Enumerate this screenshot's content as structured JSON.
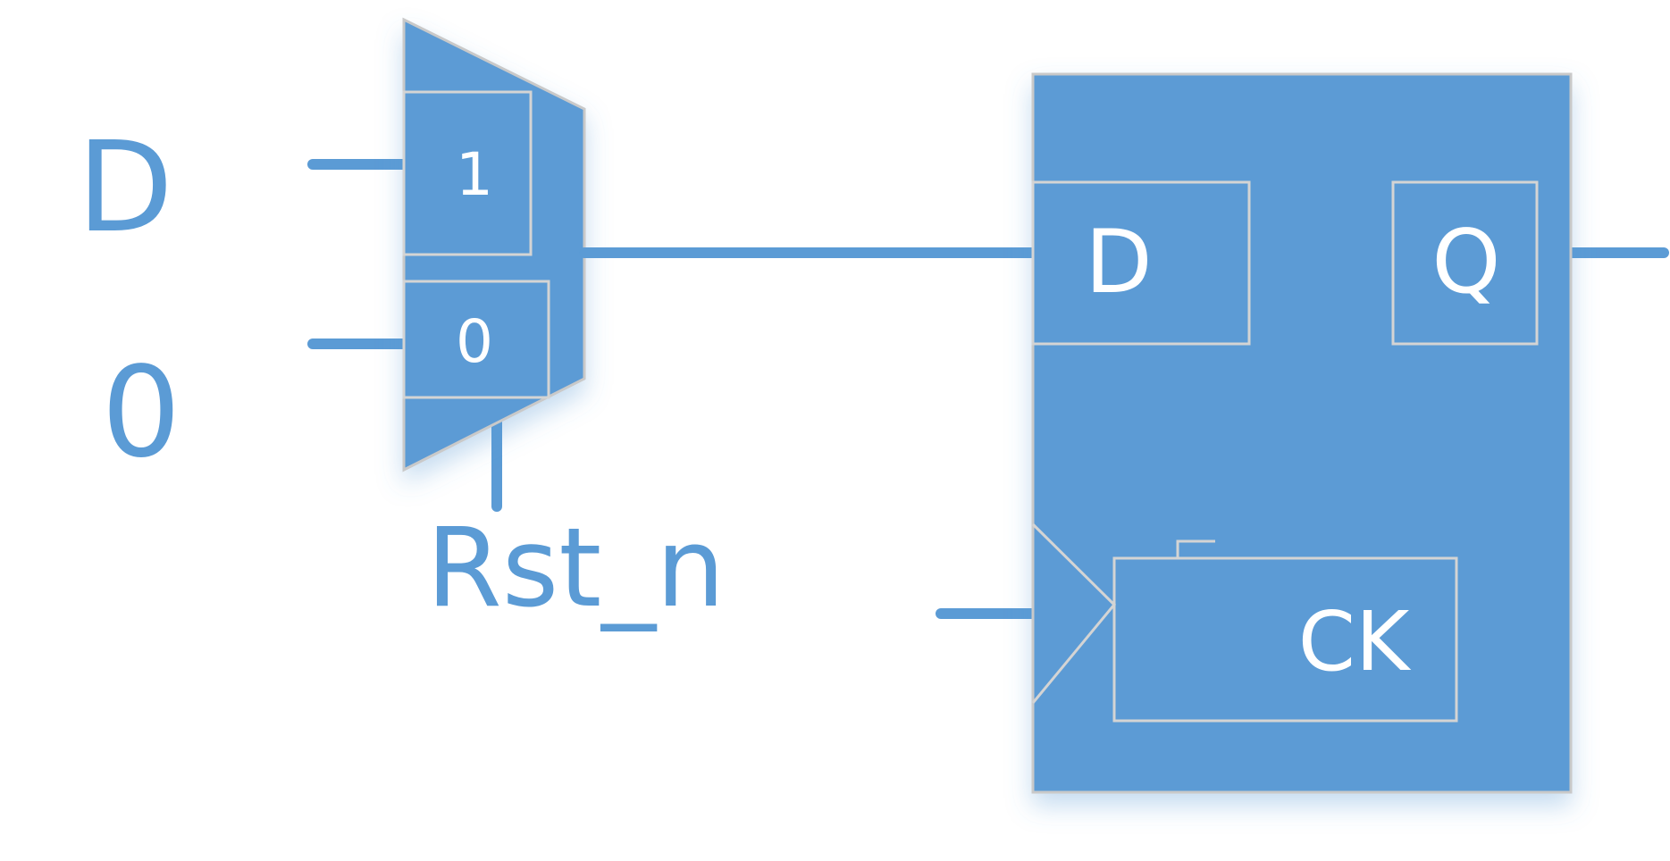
{
  "colors": {
    "accent": "#5b9bd5",
    "outline": "#c9c9c9",
    "text_on_block": "#ffffff"
  },
  "inputs": {
    "d_label": "D",
    "zero_label": "0",
    "reset_label": "Rst_n"
  },
  "mux": {
    "input_1_label": "1",
    "input_0_label": "0"
  },
  "flipflop": {
    "d_label": "D",
    "q_label": "Q",
    "ck_label": "CK"
  }
}
